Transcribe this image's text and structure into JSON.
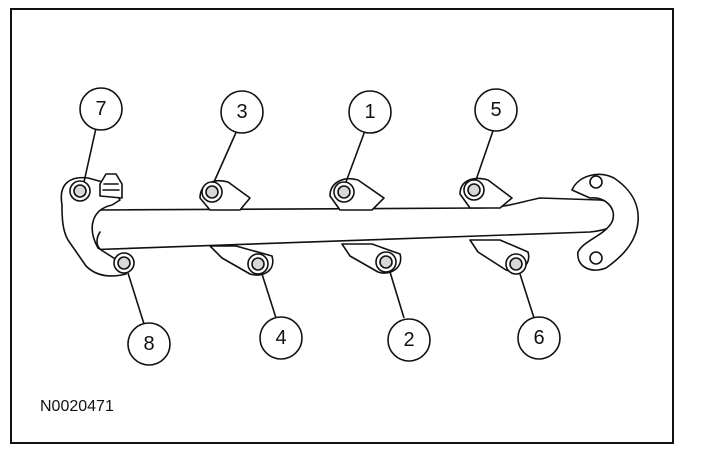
{
  "figure_id": "N0020471",
  "bolt_callouts": [
    {
      "bolt": "1-top",
      "label": "1"
    },
    {
      "bolt": "2-bottom",
      "label": "2"
    },
    {
      "bolt": "3-top",
      "label": "3"
    },
    {
      "bolt": "4-bottom",
      "label": "4"
    },
    {
      "bolt": "5-top",
      "label": "5"
    },
    {
      "bolt": "6-bottom",
      "label": "6"
    },
    {
      "bolt": "7-top",
      "label": "7"
    },
    {
      "bolt": "8-bottom",
      "label": "8"
    }
  ]
}
